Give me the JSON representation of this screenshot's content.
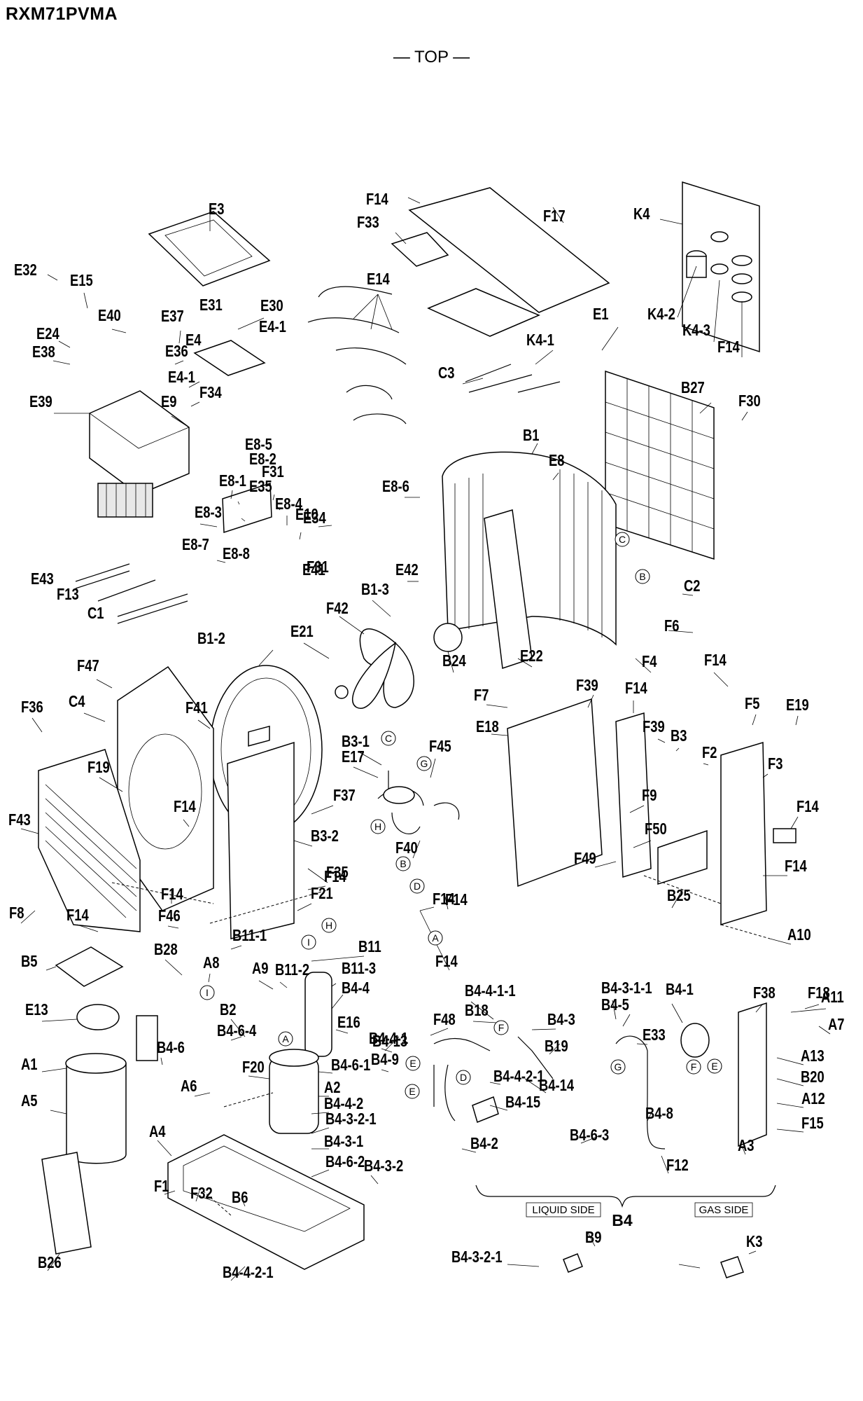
{
  "header": {
    "model": "RXM71PVMA",
    "view_label": "— TOP —"
  },
  "brackets": {
    "liquid_side": "LIQUID SIDE",
    "gas_side": "GAS SIDE",
    "group": "B4"
  },
  "callouts": [
    "E3",
    "F14",
    "F33",
    "F17",
    "K4",
    "E32",
    "E15",
    "E14",
    "E31",
    "E30",
    "E40",
    "E37",
    "E4-1",
    "E4",
    "E24",
    "E38",
    "E36",
    "E4-1",
    "F34",
    "K4-1",
    "K4-2",
    "K4-3",
    "F14",
    "E1",
    "E39",
    "E9",
    "C3",
    "B27",
    "F30",
    "B1",
    "E8",
    "E8-5",
    "E8-2",
    "E8-1",
    "F31",
    "E35",
    "E8-6",
    "E8-4",
    "E8-3",
    "E34",
    "E8-7",
    "E10",
    "E8-8",
    "F31",
    "E41",
    "E42",
    "E43",
    "F13",
    "C1",
    "B1-3",
    "F42",
    "C2",
    "B1-2",
    "E21",
    "F6",
    "B24",
    "E22",
    "F4",
    "F14",
    "F47",
    "C4",
    "F41",
    "F36",
    "F7",
    "F39",
    "F14",
    "F5",
    "E19",
    "E18",
    "F39",
    "B3",
    "B3-1",
    "E17",
    "F45",
    "F2",
    "F3",
    "F19",
    "F14",
    "F37",
    "F9",
    "F14",
    "F43",
    "B3-2",
    "F40",
    "F50",
    "F49",
    "F14",
    "F8",
    "F35",
    "F14",
    "F14",
    "F14",
    "F21",
    "B25",
    "F14",
    "F14",
    "F46",
    "B11-1",
    "B11",
    "F14",
    "A10",
    "B5",
    "B28",
    "A8",
    "A9",
    "B11-2",
    "B11-3",
    "B4-4",
    "B4-4-1-1",
    "B18",
    "B4-3",
    "B4-3-1-1",
    "B4-5",
    "B4-1",
    "F38",
    "F18",
    "A11",
    "E13",
    "B2",
    "E16",
    "F48",
    "A7",
    "B4-6-4",
    "B4-4-1",
    "B19",
    "E33",
    "B4-6",
    "B4-13",
    "A13",
    "A1",
    "F20",
    "B4-6-1",
    "B4-9",
    "B4-4-2-1",
    "B4-14",
    "B20",
    "A6",
    "A2",
    "B4-4-2",
    "B4-15",
    "A12",
    "A5",
    "B4-3-2-1",
    "B4-8",
    "F15",
    "A4",
    "B4-3-1",
    "B4-6-3",
    "B4-2",
    "A3",
    "B4-6-2",
    "B4-3-2",
    "F12",
    "F1",
    "F32",
    "B6",
    "B9",
    "K3",
    "B26",
    "B4-4-2-1",
    "B4-3-2-1"
  ],
  "connection_markers": [
    "C",
    "G",
    "H",
    "B",
    "D",
    "C",
    "B",
    "A",
    "H",
    "I",
    "I",
    "A",
    "F",
    "E",
    "D",
    "E",
    "F",
    "E",
    "G"
  ]
}
